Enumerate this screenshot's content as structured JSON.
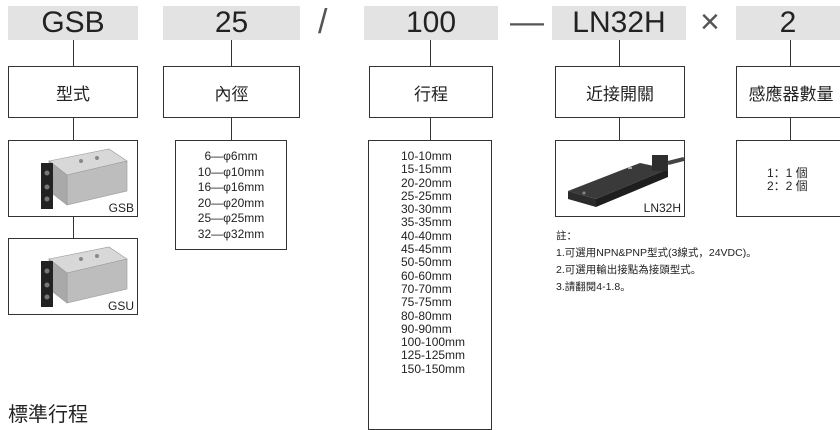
{
  "header": {
    "model_code": "GSB",
    "bore_code": "25",
    "stroke_code": "100",
    "switch_code": "LN32H",
    "qty_code": "2",
    "sep_slash": "/",
    "sep_dash": "—",
    "sep_times": "×"
  },
  "boxes": {
    "model": "型式",
    "bore": "內徑",
    "stroke": "行程",
    "switch": "近接開關",
    "qty": "感應器數量"
  },
  "model_images": [
    {
      "label": "GSB"
    },
    {
      "label": "GSU"
    }
  ],
  "bore_options": [
    "6—φ6mm",
    "10—φ10mm",
    "16—φ16mm",
    "20—φ20mm",
    "25—φ25mm",
    "32—φ32mm"
  ],
  "stroke_options": [
    "10-10mm",
    "15-15mm",
    "20-20mm",
    "25-25mm",
    "30-30mm",
    "35-35mm",
    "40-40mm",
    "45-45mm",
    "50-50mm",
    "60-60mm",
    "70-70mm",
    "75-75mm",
    "80-80mm",
    "90-90mm",
    "100-100mm",
    "125-125mm",
    "150-150mm"
  ],
  "switch_image": {
    "label": "LN32H"
  },
  "qty_options": [
    "1：1 個",
    "2：2 個"
  ],
  "notes": {
    "title": "註：",
    "items": [
      "1.可選用NPN&PNP型式(3線式，24VDC)。",
      "2.可選用輸出接點為接頭型式。",
      "3.請翻閱4-1.8。"
    ]
  },
  "bottom_title": "標準行程"
}
